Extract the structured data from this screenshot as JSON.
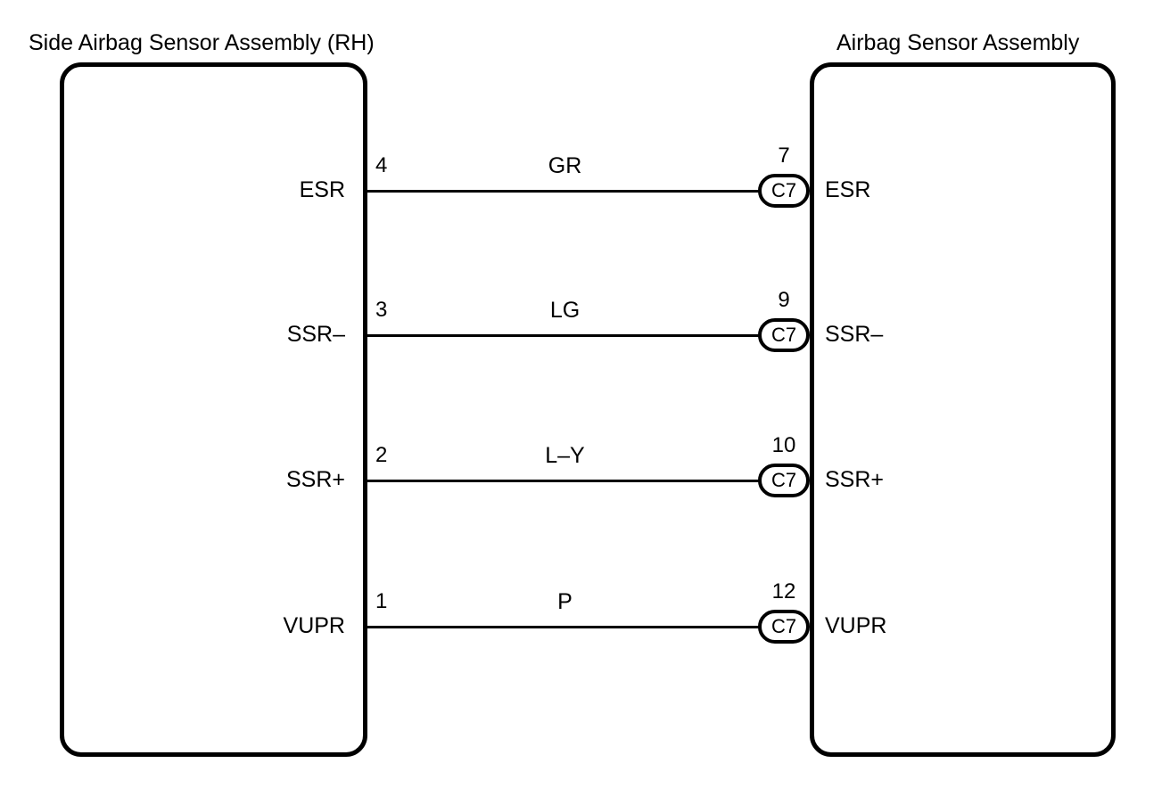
{
  "diagram": {
    "left_component": {
      "title": "Side Airbag Sensor Assembly (RH)"
    },
    "right_component": {
      "title": "Airbag Sensor Assembly"
    },
    "connections": [
      {
        "left_terminal": "ESR",
        "left_pin": "4",
        "wire_code": "GR",
        "right_pin": "7",
        "right_connector": "C7",
        "right_terminal": "ESR"
      },
      {
        "left_terminal": "SSR–",
        "left_pin": "3",
        "wire_code": "LG",
        "right_pin": "9",
        "right_connector": "C7",
        "right_terminal": "SSR–"
      },
      {
        "left_terminal": "SSR+",
        "left_pin": "2",
        "wire_code": "L–Y",
        "right_pin": "10",
        "right_connector": "C7",
        "right_terminal": "SSR+"
      },
      {
        "left_terminal": "VUPR",
        "left_pin": "1",
        "wire_code": "P",
        "right_pin": "12",
        "right_connector": "C7",
        "right_terminal": "VUPR"
      }
    ],
    "colors": {
      "line": "#000000",
      "background": "#ffffff",
      "text": "#000000"
    }
  }
}
